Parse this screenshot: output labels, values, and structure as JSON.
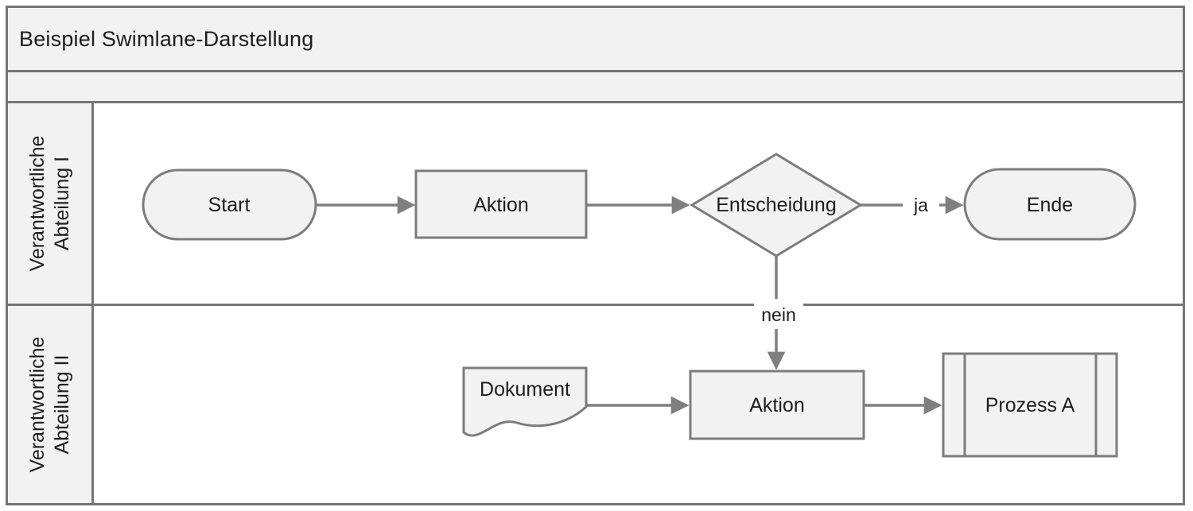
{
  "title": "Beispiel Swimlane-Darstellung",
  "lanes": [
    {
      "id": "lane-1",
      "label_line1": "Verantwortliche",
      "label_line2": "Abteilung I"
    },
    {
      "id": "lane-2",
      "label_line1": "Verantwortliche",
      "label_line2": "Abteilung II"
    }
  ],
  "nodes": {
    "start": {
      "label": "Start",
      "type": "terminator",
      "lane": "lane-1"
    },
    "aktion1": {
      "label": "Aktion",
      "type": "process",
      "lane": "lane-1"
    },
    "entscheidung": {
      "label": "Entscheidung",
      "type": "decision",
      "lane": "lane-1"
    },
    "ende": {
      "label": "Ende",
      "type": "terminator",
      "lane": "lane-1"
    },
    "dokument": {
      "label": "Dokument",
      "type": "document",
      "lane": "lane-2"
    },
    "aktion2": {
      "label": "Aktion",
      "type": "process",
      "lane": "lane-2"
    },
    "prozess_a": {
      "label": "Prozess A",
      "type": "subprocess",
      "lane": "lane-2"
    }
  },
  "edges": [
    {
      "from": "start",
      "to": "aktion1",
      "label": ""
    },
    {
      "from": "aktion1",
      "to": "entscheidung",
      "label": ""
    },
    {
      "from": "entscheidung",
      "to": "ende",
      "label": "ja"
    },
    {
      "from": "entscheidung",
      "to": "aktion2",
      "label": "nein"
    },
    {
      "from": "dokument",
      "to": "aktion2",
      "label": ""
    },
    {
      "from": "aktion2",
      "to": "prozess_a",
      "label": ""
    }
  ],
  "colors": {
    "node_fill": "#f2f2f2",
    "node_border": "#7c7c7c",
    "frame_border": "#757575",
    "arrow": "#7f7f7f",
    "text": "#1d1d1d",
    "lane_fill": "#f2f2f2",
    "background": "#ffffff"
  }
}
